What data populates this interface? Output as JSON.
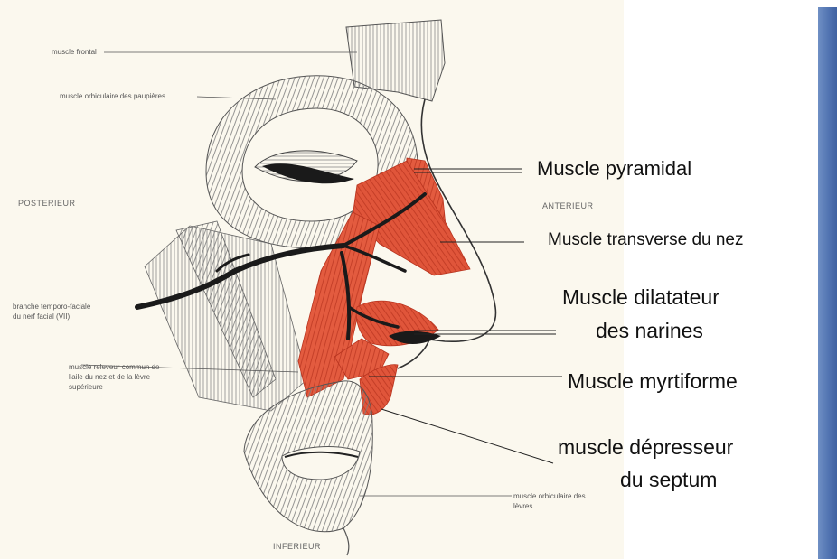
{
  "small_labels": {
    "muscle_frontal": "muscle frontal",
    "orbiculaire_paupieres": "muscle orbiculaire des paupières",
    "branche_line1": "branche temporo-faciale",
    "branche_line2": "du nerf facial (VII)",
    "releveur_line1": "muscle releveur commun de",
    "releveur_line2": "l'aile du nez et de la lèvre",
    "releveur_line3": "supérieure",
    "orbiculaire_levres_line1": "muscle orbiculaire des",
    "orbiculaire_levres_line2": "lèvres."
  },
  "orientation": {
    "posterior": "POSTERIEUR",
    "anterior": "ANTERIEUR",
    "inferior": "INFERIEUR"
  },
  "annotations": {
    "pyramidal": "Muscle pyramidal",
    "transverse": "Muscle transverse du nez",
    "dilatateur_line1": "Muscle dilatateur",
    "dilatateur_line2": "des narines",
    "myrtiforme": "Muscle myrtiforme",
    "depresseur_line1": "muscle dépresseur",
    "depresseur_line2": "du septum"
  },
  "colors": {
    "muscle_red": "#e0553a",
    "nerve": "#1a1a1a",
    "side_bar": "#4f72b0"
  }
}
